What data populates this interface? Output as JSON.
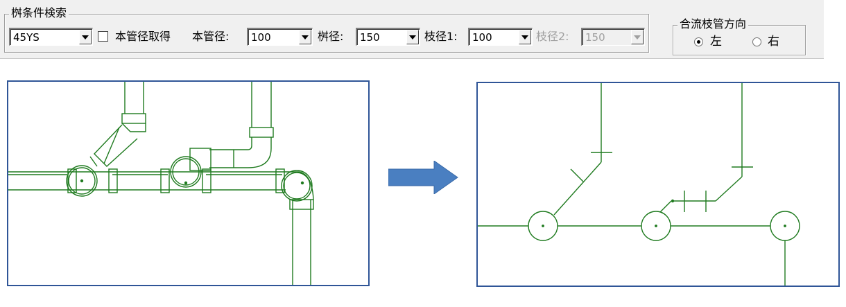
{
  "search_group": {
    "legend": "桝条件検索",
    "type_combo": "45YS",
    "checkbox_label": "本管径取得",
    "main_pipe_label": "本管径:",
    "main_pipe_value": "100",
    "masu_label": "桝径:",
    "masu_value": "150",
    "branch1_label": "枝径1:",
    "branch1_value": "100",
    "branch2_label": "枝径2:",
    "branch2_value": "150"
  },
  "direction_group": {
    "legend": "合流枝管方向",
    "left_label": "左",
    "right_label": "右",
    "selected": "左"
  },
  "colors": {
    "pipe": "#1e7a1e",
    "panel_border": "#2f5597",
    "arrow": "#4a7fc1",
    "toolbar_bg": "#f0f0f0"
  }
}
